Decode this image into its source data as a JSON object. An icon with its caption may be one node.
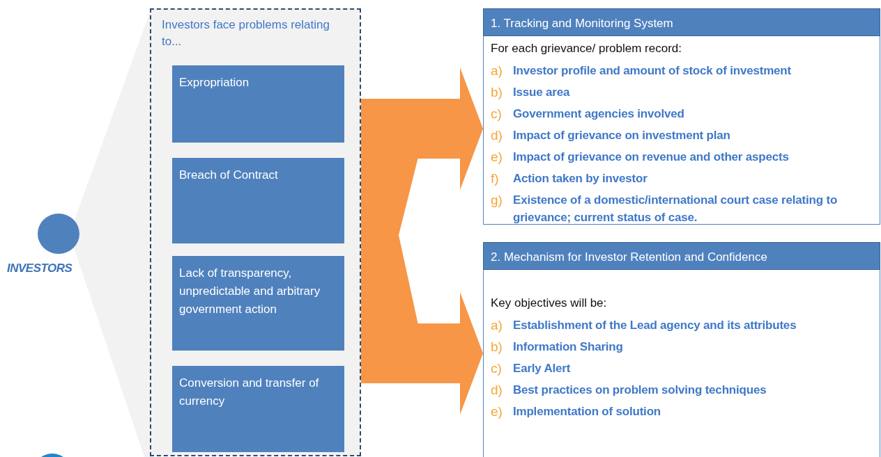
{
  "diagram": {
    "nodes": [
      {
        "text": [
          "INVESTORS"
        ]
      },
      {
        "text": [
          "Investors face problems relating to..."
        ]
      },
      {
        "text": [
          "Expropriation"
        ],
        "in": 1
      },
      {
        "text": [
          "Breach of Contract"
        ],
        "in": 1
      },
      {
        "text": [
          "Lack of transparency, unpredictable and arbitrary government action"
        ],
        "in": 1
      },
      {
        "text": [
          "Conversion and transfer of currency"
        ],
        "in": 1
      },
      {
        "text": [
          "1. Tracking and Monitoring System",
          "For each grievance/ problem record:",
          "a) Investor profile and amount of stock of investment",
          "b) Issue area",
          "c) Government agencies involved",
          "d) Impact of grievance on investment plan",
          "e) Impact of grievance on revenue and other aspects",
          "f) Action taken by investor",
          "g) Existence of a domestic/international court case relating to grievance; current status of case."
        ]
      },
      {
        "text": [
          "2. Mechanism for Investor Retention and Confidence",
          "Key objectives will be:",
          "a) Establishment of the Lead agency and its attributes",
          "b) Information Sharing",
          "c) Early Alert",
          "d) Best practices on problem solving techniques",
          "e) Implementation of solution"
        ]
      },
      {
        "text": [],
        "shape": "circle"
      },
      {
        "text": [],
        "shape": "wedge"
      }
    ],
    "edges": [
      {
        "from": 1,
        "to": 6,
        "arrow": "to"
      },
      {
        "from": 1,
        "to": 7,
        "arrow": "to"
      }
    ]
  }
}
